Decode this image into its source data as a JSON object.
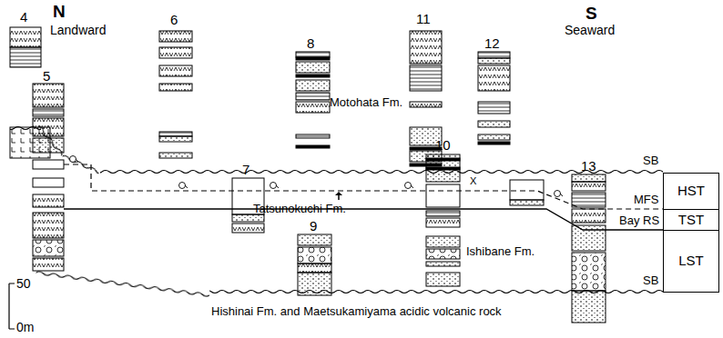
{
  "diagram": {
    "nodes": [
      {
        "text": [
          "HST"
        ]
      },
      {
        "text": [
          "TST"
        ]
      },
      {
        "text": [
          "LST"
        ]
      }
    ],
    "labels": [
      "4",
      "N",
      "Landward",
      "5",
      "6",
      "8",
      "Motohata Fm.",
      "11",
      "12",
      "S",
      "Seaward",
      "10",
      "7",
      "Tatsunokuchi Fm.",
      "X",
      "SB",
      "MFS",
      "Bay RS",
      "13",
      "Ishibane Fm.",
      "9",
      "SB",
      "50",
      "0m",
      "Hishinai Fm. and Maetsukamiyama acidic volcanic rock"
    ]
  }
}
